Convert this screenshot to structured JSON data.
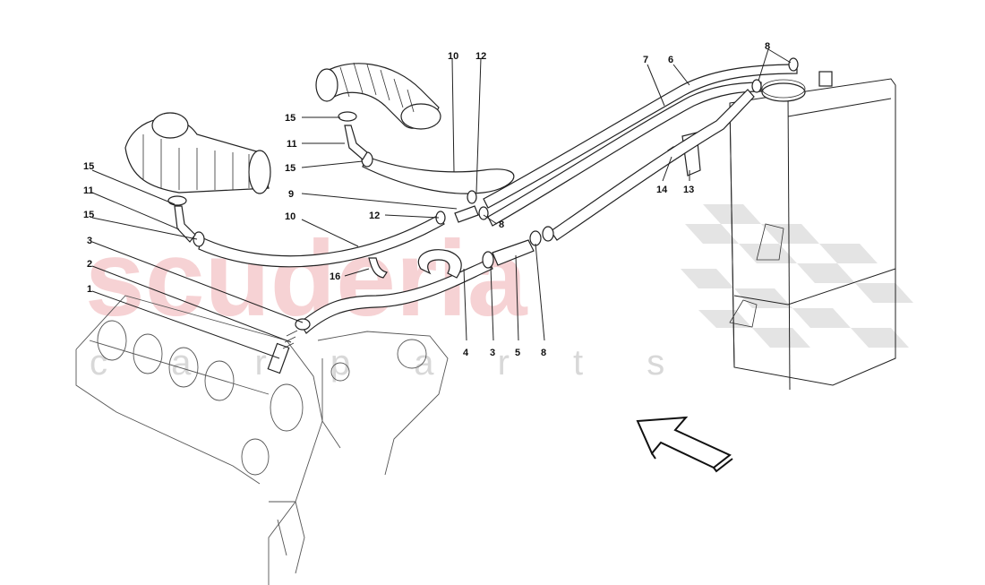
{
  "watermark": {
    "brand": "scuderia",
    "sub": "c a r p a r t s"
  },
  "callouts": [
    "1",
    "2",
    "3",
    "4",
    "5",
    "6",
    "7",
    "8",
    "9",
    "10",
    "11",
    "12",
    "13",
    "14",
    "15",
    "16"
  ],
  "colors": {
    "line": "#222222",
    "watermark_red": "#f3c4c6",
    "watermark_grey": "#d8d8d8",
    "checker": "#e2e2e2"
  },
  "icons": {
    "direction_arrow": "forward-direction-arrow-icon"
  }
}
